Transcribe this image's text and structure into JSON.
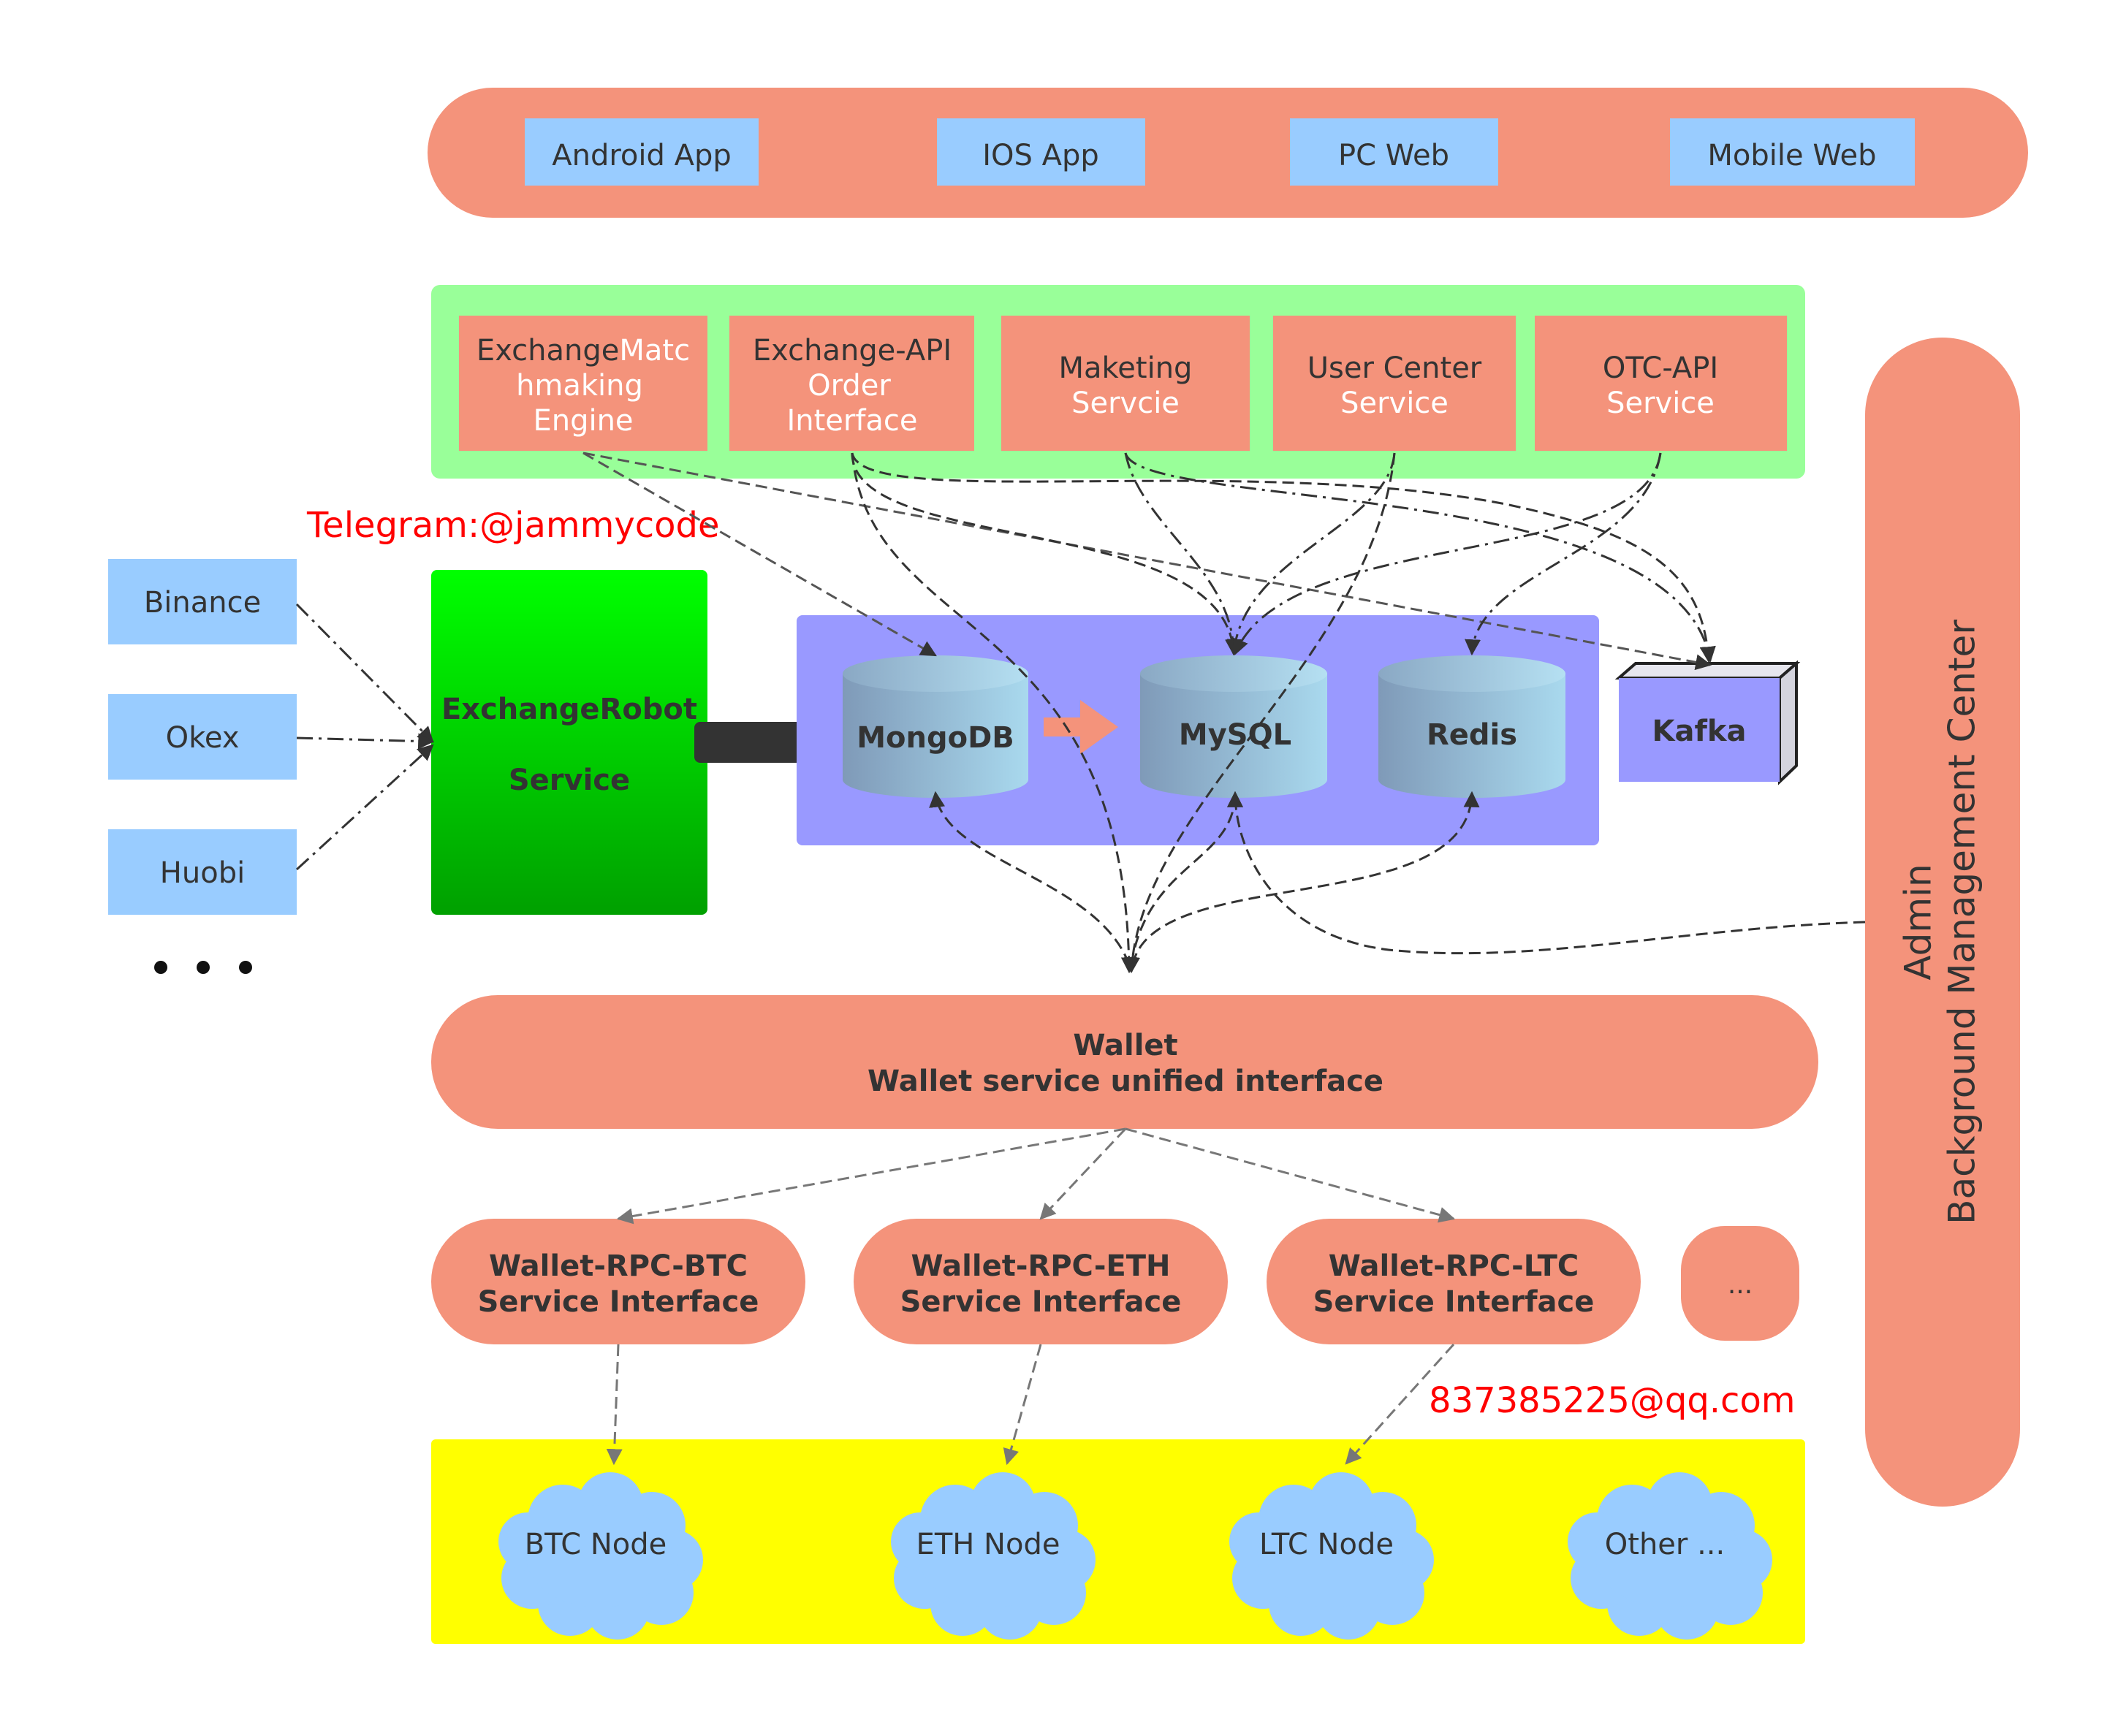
{
  "clients": {
    "android": "Android App",
    "ios": "IOS App",
    "pc": "PC Web",
    "mobile": "Mobile Web"
  },
  "services": {
    "matching": {
      "line1a": "Exchange",
      "line1b": "Matc",
      "line2": "hmaking",
      "line3": "Engine"
    },
    "exchange_api": {
      "line1": "Exchange-API",
      "line2": "Order",
      "line3": "Interface"
    },
    "marketing": {
      "line1": "Maketing",
      "line2": "Servcie"
    },
    "user_center": {
      "line1": "User Center",
      "line2": "Service"
    },
    "otc_api": {
      "line1": "OTC-API",
      "line2": "Service"
    }
  },
  "telegram": "Telegram:@jammycode",
  "exchanges": {
    "binance": "Binance",
    "okex": "Okex",
    "huobi": "Huobi"
  },
  "robot": {
    "line1": "ExchangeRobot",
    "line2": "Service"
  },
  "storage": {
    "mongodb": "MongoDB",
    "mysql": "MySQL",
    "redis": "Redis",
    "kafka": "Kafka"
  },
  "admin": {
    "line1": "Admin",
    "line2": "Background Management Center"
  },
  "wallet": {
    "line1": "Wallet",
    "line2": "Wallet service unified interface"
  },
  "rpc": {
    "btc": {
      "line1": "Wallet-RPC-BTC",
      "line2": "Service Interface"
    },
    "eth": {
      "line1": "Wallet-RPC-ETH",
      "line2": "Service Interface"
    },
    "ltc": {
      "line1": "Wallet-RPC-LTC",
      "line2": "Service Interface"
    },
    "more": "..."
  },
  "email": "837385225@qq.com",
  "nodes": {
    "btc": "BTC Node",
    "eth": "ETH Node",
    "ltc": "LTC Node",
    "other": "Other ..."
  },
  "colors": {
    "salmon": "#F4937B",
    "light_blue": "#99CCFF",
    "light_green": "#99FF99",
    "green": "#00CC00",
    "purple": "#9999FF",
    "yellow": "#FFFF00",
    "red_text": "#FF0000"
  }
}
